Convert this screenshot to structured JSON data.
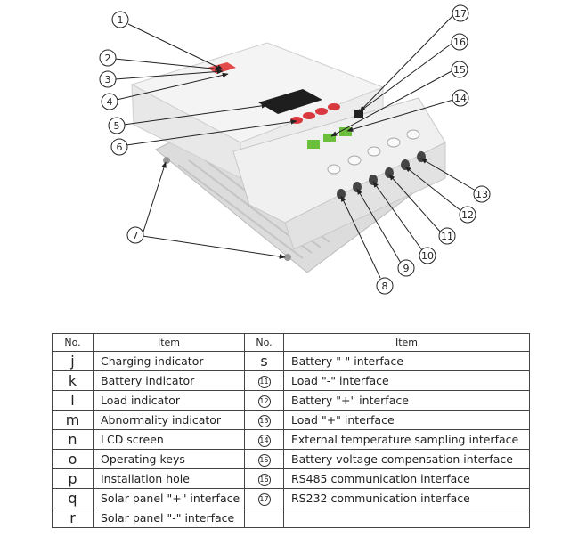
{
  "callouts": [
    "1",
    "2",
    "3",
    "4",
    "5",
    "6",
    "7",
    "8",
    "9",
    "10",
    "11",
    "12",
    "13",
    "14",
    "15",
    "16",
    "17"
  ],
  "table": {
    "headers": {
      "no": "No.",
      "item": "Item",
      "no2": "No.",
      "item2": "Item"
    },
    "rows": [
      {
        "no": "j",
        "item": "Charging indicator",
        "no2": "s",
        "item2": "Battery \"-\" interface"
      },
      {
        "no": "k",
        "item": "Battery indicator",
        "no2": "11",
        "item2": "Load \"-\" interface"
      },
      {
        "no": "l",
        "item": "Load indicator",
        "no2": "12",
        "item2": "Battery \"+\" interface"
      },
      {
        "no": "m",
        "item": "Abnormality indicator",
        "no2": "13",
        "item2": "Load \"+\" interface"
      },
      {
        "no": "n",
        "item": "LCD screen",
        "no2": "14",
        "item2": "External temperature sampling interface"
      },
      {
        "no": "o",
        "item": "Operating keys",
        "no2": "15",
        "item2": "Battery voltage compensation interface"
      },
      {
        "no": "p",
        "item": "Installation hole",
        "no2": "16",
        "item2": "RS485 communication interface"
      },
      {
        "no": "q",
        "item": "Solar panel \"+\" interface",
        "no2": "17",
        "item2": "RS232 communication interface"
      },
      {
        "no": "r",
        "item": "Solar panel \"-\" interface",
        "no2": "",
        "item2": ""
      }
    ]
  }
}
